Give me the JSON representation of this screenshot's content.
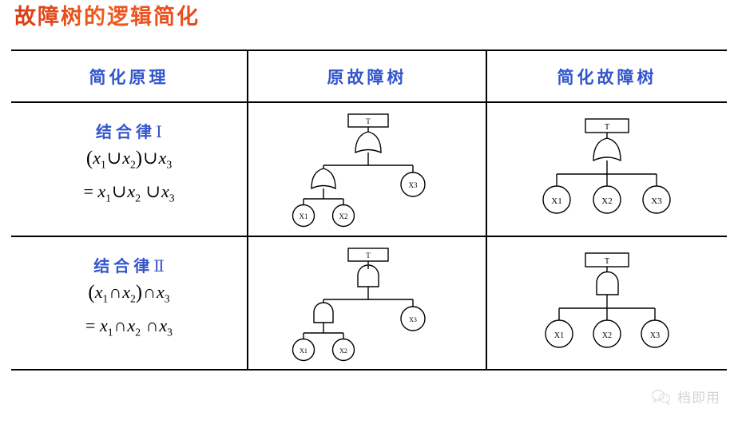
{
  "slide": {
    "title": "故障树的逻辑简化",
    "title_color": "#e8481c",
    "header_color": "#3355cc"
  },
  "table": {
    "headers": [
      {
        "label": "简化原理"
      },
      {
        "label": "原故障树"
      },
      {
        "label": "简化故障树"
      }
    ],
    "rows": [
      {
        "principle": {
          "law_label": "结合律",
          "law_numeral": "Ⅰ",
          "formula_line1_parts": [
            "(",
            "x",
            "1",
            " ∪ ",
            "x",
            "2",
            ")",
            "∪",
            "x",
            "3"
          ],
          "formula_line1": "(x1 ∪ x2) ∪ x3",
          "formula_line2": "= x1 ∪ x2 ∪ x3",
          "operator": "∪"
        },
        "original_tree": {
          "top_label": "T",
          "top_gate": "OR",
          "sub_gate": "OR",
          "sub_gate_events": [
            "X1",
            "X2"
          ],
          "direct_event": "X3"
        },
        "simplified_tree": {
          "top_label": "T",
          "top_gate": "OR",
          "events": [
            "X1",
            "X2",
            "X3"
          ]
        }
      },
      {
        "principle": {
          "law_label": "结合律",
          "law_numeral": "Ⅱ",
          "formula_line1": "(x1 ∩ x2) ∩ x3",
          "formula_line2": "= x1 ∩ x2 ∩ x3",
          "operator": "∩"
        },
        "original_tree": {
          "top_label": "T",
          "top_gate": "AND",
          "sub_gate": "AND",
          "sub_gate_events": [
            "X1",
            "X2"
          ],
          "direct_event": "X3"
        },
        "simplified_tree": {
          "top_label": "T",
          "top_gate": "AND",
          "events": [
            "X1",
            "X2",
            "X3"
          ]
        }
      }
    ]
  },
  "watermark": {
    "label": "档即用",
    "icon": "wechat-logo-icon"
  }
}
